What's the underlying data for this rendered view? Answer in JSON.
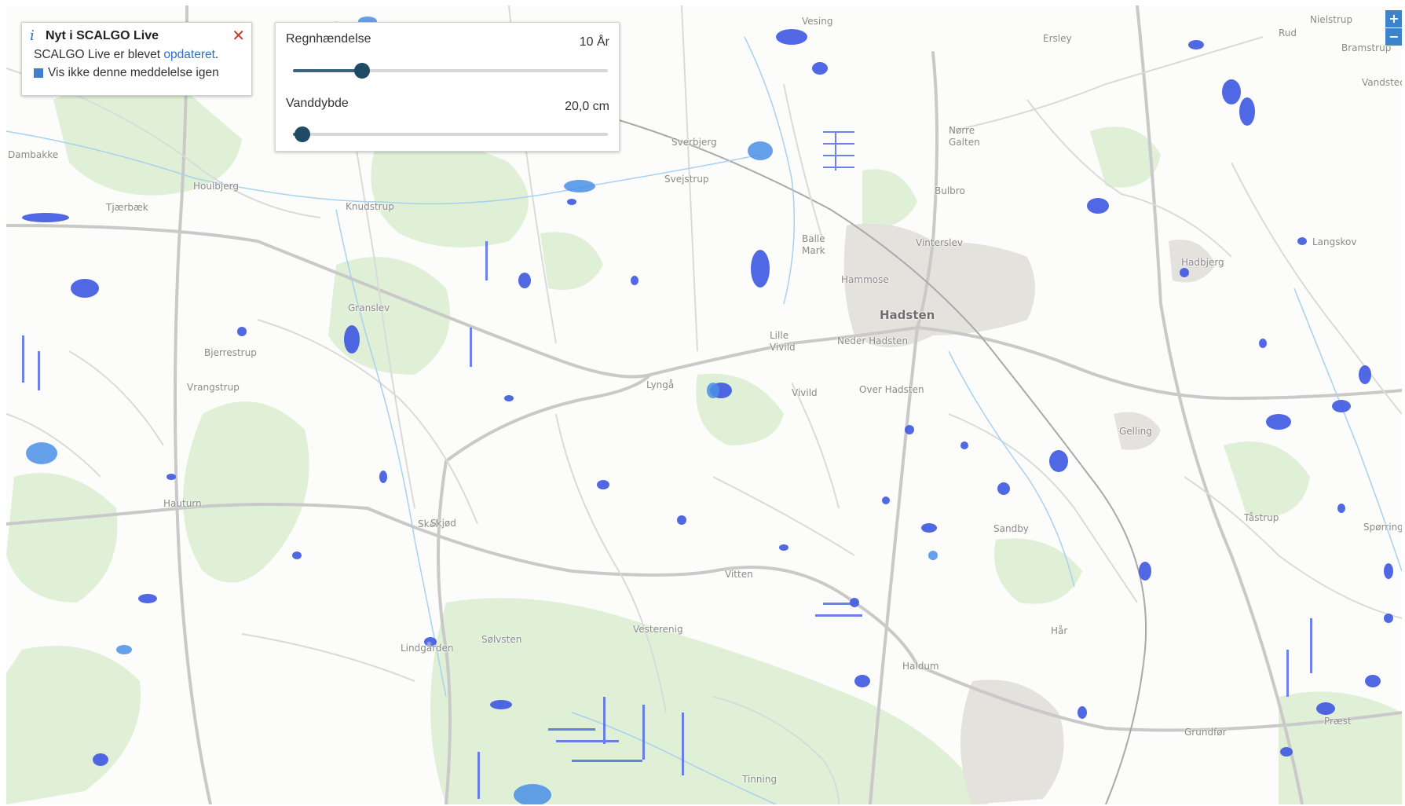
{
  "notice": {
    "info_glyph": "i",
    "title": "Nyt i SCALGO Live",
    "close_glyph": "✕",
    "message_prefix": "SCALGO Live er blevet ",
    "message_link": "opdateret",
    "message_suffix": ".",
    "checkbox_label": "Vis ikke denne meddelelse igen"
  },
  "sliders": {
    "rain": {
      "label": "Regnhændelse",
      "value_text": "10 År",
      "fraction": 0.22
    },
    "depth": {
      "label": "Vanddybde",
      "value_text": "20,0 cm",
      "fraction": 0.03
    }
  },
  "zoom": {
    "in": "+",
    "out": "−"
  },
  "places": [
    "Vesing",
    "Ersley",
    "Nielstrup",
    "Rud",
    "Bramstrup",
    "Vandsted",
    "Dambakke",
    "Houlbjerg",
    "Tjærbæk",
    "Knudstrup",
    "Sverbjerg",
    "Svejstrup",
    "Nørre Galten",
    "Bulbro",
    "Balle Mark",
    "Vinterslev",
    "Langskov",
    "Hadbjerg",
    "Granslev",
    "Hammose",
    "Hadsten",
    "Lille Vivild",
    "Neder Hadsten",
    "Bjerrestrup",
    "Vrangstrup",
    "Lyngå",
    "Vivild",
    "Over Hadsten",
    "Gelling",
    "Skal",
    "Hauturn",
    "Skjød",
    "Sandby",
    "Tåstrup",
    "Spørring",
    "Vitten",
    "Lindgården",
    "Sølvsten",
    "Vesterenig",
    "Hår",
    "Haldum",
    "Grundfør",
    "Præst",
    "Tinning"
  ],
  "colors": {
    "water": "#3d55e0",
    "water_light": "#4a8fe6",
    "forest": "#dcefd2",
    "town": "#e3e1dc",
    "road": "#c8c8c8",
    "panel_accent": "#1f4a66"
  }
}
